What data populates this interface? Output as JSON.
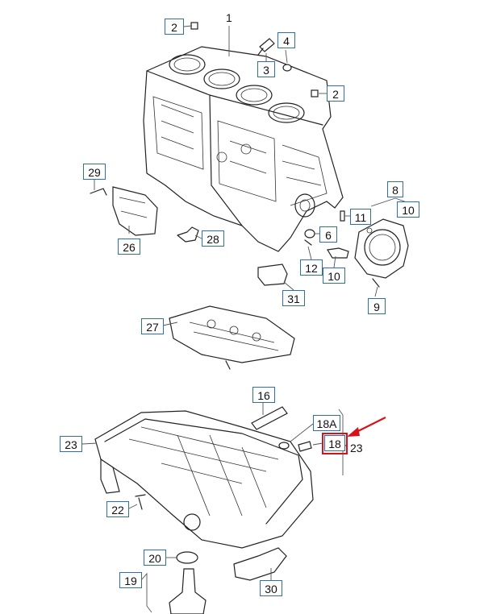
{
  "diagram": {
    "callouts": [
      {
        "id": "c2a",
        "label": "2"
      },
      {
        "id": "c1",
        "label": "1"
      },
      {
        "id": "c4",
        "label": "4"
      },
      {
        "id": "c3",
        "label": "3"
      },
      {
        "id": "c2b",
        "label": "2"
      },
      {
        "id": "c29",
        "label": "29"
      },
      {
        "id": "c8",
        "label": "8"
      },
      {
        "id": "c11",
        "label": "11"
      },
      {
        "id": "c10a",
        "label": "10"
      },
      {
        "id": "c6",
        "label": "6"
      },
      {
        "id": "c28",
        "label": "28"
      },
      {
        "id": "c26",
        "label": "26"
      },
      {
        "id": "c12",
        "label": "12"
      },
      {
        "id": "c10b",
        "label": "10"
      },
      {
        "id": "c31",
        "label": "31"
      },
      {
        "id": "c9",
        "label": "9"
      },
      {
        "id": "c27",
        "label": "27"
      },
      {
        "id": "c16",
        "label": "16"
      },
      {
        "id": "c18a",
        "label": "18A"
      },
      {
        "id": "c18",
        "label": "18"
      },
      {
        "id": "c23b",
        "label": "23"
      },
      {
        "id": "c23a",
        "label": "23"
      },
      {
        "id": "c22",
        "label": "22"
      },
      {
        "id": "c20",
        "label": "20"
      },
      {
        "id": "c19",
        "label": "19"
      },
      {
        "id": "c30",
        "label": "30"
      }
    ],
    "highlighted": "18",
    "colors": {
      "callout_border": "#2f6fa8",
      "highlight": "#d8121b",
      "arrow": "#d8121b"
    }
  }
}
